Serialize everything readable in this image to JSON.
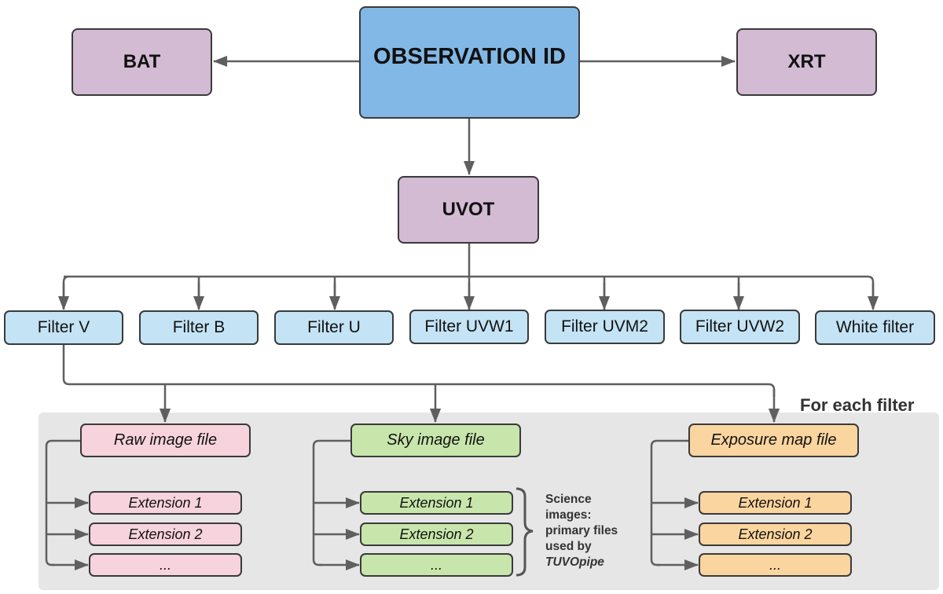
{
  "diagram": {
    "root": {
      "label": "OBSERVATION ID"
    },
    "instruments": [
      {
        "id": "bat",
        "label": "BAT"
      },
      {
        "id": "xrt",
        "label": "XRT"
      },
      {
        "id": "uvot",
        "label": "UVOT"
      }
    ],
    "filters": [
      {
        "label": "Filter V"
      },
      {
        "label": "Filter B"
      },
      {
        "label": "Filter U"
      },
      {
        "label": "Filter UVW1"
      },
      {
        "label": "Filter UVM2"
      },
      {
        "label": "Filter UVW2"
      },
      {
        "label": "White filter"
      }
    ],
    "per_filter_panel": {
      "title": "For each filter",
      "files": [
        {
          "label": "Raw image file",
          "extensions": [
            "Extension 1",
            "Extension 2",
            "..."
          ],
          "color": "#f7d3de"
        },
        {
          "label": "Sky image file",
          "extensions": [
            "Extension 1",
            "Extension 2",
            "..."
          ],
          "color": "#c8e6ac"
        },
        {
          "label": "Exposure map file",
          "extensions": [
            "Extension 1",
            "Extension 2",
            "..."
          ],
          "color": "#fbd59f"
        }
      ],
      "note": {
        "lines": [
          "Science",
          "images:",
          "primary files",
          "used by"
        ],
        "emphasis": "TUVOpipe"
      }
    },
    "colors": {
      "root": "#82b8e6",
      "instrument": "#d2bbd3",
      "filter": "#c4e3f5",
      "panel": "#e6e6e6",
      "connector": "#5f5f5f"
    }
  }
}
